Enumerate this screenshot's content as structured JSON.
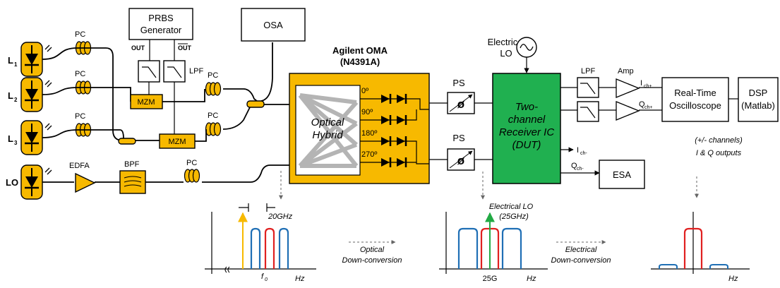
{
  "lasers": [
    {
      "label": "L",
      "sub": "1"
    },
    {
      "label": "L",
      "sub": "2"
    },
    {
      "label": "L",
      "sub": "3"
    },
    {
      "label": "LO",
      "sub": ""
    }
  ],
  "pc_label": "PC",
  "prbs": {
    "line1": "PRBS",
    "line2": "Generator",
    "out": "OUT",
    "out_bar": "OUT"
  },
  "lpf_label": "LPF",
  "mzm_label": "MZM",
  "osa_label": "OSA",
  "edfa_label": "EDFA",
  "bpf_label": "BPF",
  "oma": {
    "title1": "Agilent OMA",
    "title2": "(N4391A)",
    "hybrid1": "Optical",
    "hybrid2": "Hybrid",
    "phases": [
      "0º",
      "90º",
      "180º",
      "270º"
    ]
  },
  "ps_label": "PS",
  "phase_symbol": "ø",
  "elo": {
    "line1": "Electrical",
    "line2": "LO"
  },
  "rx": {
    "line1": "Two-",
    "line2": "channel",
    "line3": "Receiver IC",
    "line4": "(DUT)"
  },
  "outputs": {
    "ich_plus": "I",
    "ich_plus_sub": "ch+",
    "qch_plus": "Q",
    "qch_plus_sub": "ch+",
    "ich_minus": "I",
    "ich_minus_sub": "ch-",
    "qch_minus": "Q",
    "qch_minus_sub": "ch-"
  },
  "lpf2_label": "LPF",
  "amp_label": "Amp",
  "scope": {
    "line1": "Real-Time",
    "line2": "Oscilloscope"
  },
  "dsp": {
    "line1": "DSP",
    "line2": "(Matlab)"
  },
  "esa_label": "ESA",
  "note": {
    "line1": "(+/- channels)",
    "line2": "I & Q outputs"
  },
  "spec1": {
    "spacing": "20GHz",
    "f0": "f",
    "f0_sub": "0",
    "xunit": "Hz"
  },
  "conv1": {
    "line1": "Optical",
    "line2": "Down-conversion"
  },
  "spec2": {
    "elo1": "Electrical LO",
    "elo2": "(25GHz)",
    "tick": "25G",
    "xunit": "Hz"
  },
  "conv2": {
    "line1": "Electrical",
    "line2": "Down-conversion"
  },
  "spec3": {
    "xunit": "Hz"
  },
  "colors": {
    "gold": "#f7b900",
    "green": "#20b050",
    "blue": "#1f6fb5",
    "red": "#e02020",
    "yellow": "#f7b900",
    "lo_green": "#22aa44",
    "hybrid_gray": "#b4b4b4"
  }
}
